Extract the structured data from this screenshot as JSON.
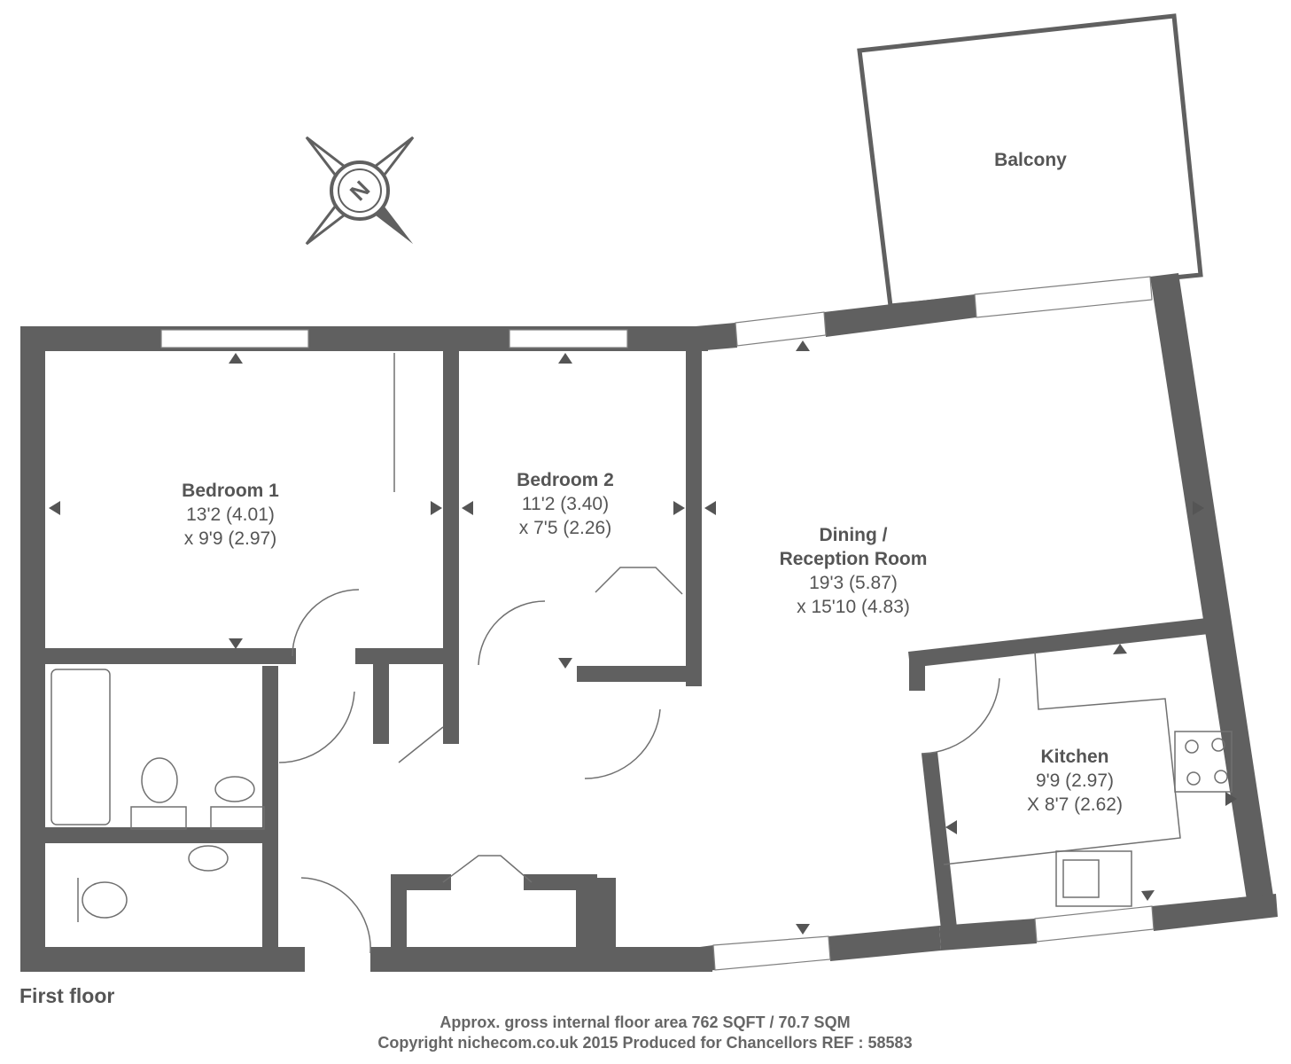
{
  "rooms": {
    "bedroom1": {
      "name": "Bedroom 1",
      "dim1": "13'2 (4.01)",
      "dim2": "x 9'9 (2.97)"
    },
    "bedroom2": {
      "name": "Bedroom 2",
      "dim1": "11'2 (3.40)",
      "dim2": "x 7'5 (2.26)"
    },
    "dining": {
      "name1": "Dining /",
      "name2": "Reception Room",
      "dim1": "19'3 (5.87)",
      "dim2": "x 15'10 (4.83)"
    },
    "kitchen": {
      "name": "Kitchen",
      "dim1": "9'9 (2.97)",
      "dim2": "X 8'7 (2.62)"
    },
    "balcony": {
      "name": "Balcony"
    }
  },
  "compass": {
    "letter": "N"
  },
  "floor_label": "First floor",
  "footer": {
    "area": "Approx. gross internal floor area 762 SQFT / 70.7 SQM",
    "copyright": "Copyright nichecom.co.uk 2015 Produced for Chancellors REF : 58583"
  },
  "colors": {
    "wall": "#606060",
    "text": "#555555"
  }
}
